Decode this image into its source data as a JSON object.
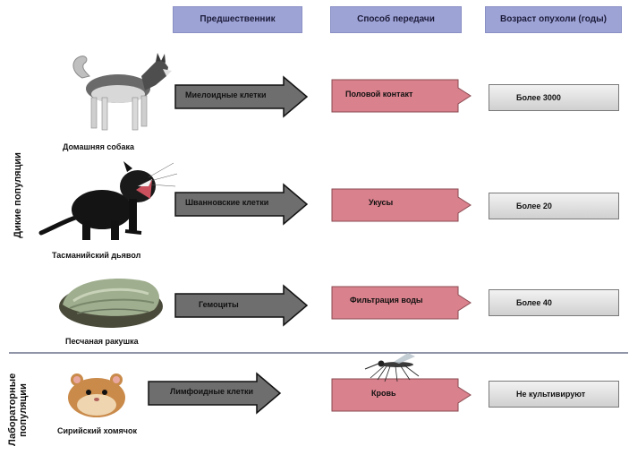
{
  "headers": {
    "precursor": "Предшественник",
    "transmission": "Способ передачи",
    "tumor_age": "Возраст опухоли (годы)"
  },
  "groups": {
    "wild": "Дикие популяции",
    "lab_line1": "Лабораторные",
    "lab_line2": "популяции"
  },
  "rows": [
    {
      "animal": "Домашняя собака",
      "precursor": "Миелоидные клетки",
      "transmission": "Половой контакт",
      "age": "Более 3000"
    },
    {
      "animal": "Тасманийский дьявол",
      "precursor": "Шванновские клетки",
      "transmission": "Укусы",
      "age": "Более 20"
    },
    {
      "animal": "Песчаная ракушка",
      "precursor": "Гемоциты",
      "transmission": "Фильтрация воды",
      "age": "Более 40"
    },
    {
      "animal": "Сирийский хомячок",
      "precursor": "Лимфоидные клетки",
      "transmission": "Кровь",
      "age": "Не культивируют"
    }
  ],
  "colors": {
    "header": "#9ea3d6",
    "gray_arrow": "#6e6e6e",
    "pink_arrow": "#d9818c",
    "divider": "#9095a8"
  },
  "icons": [
    "dog-icon",
    "tasmanian-devil-icon",
    "clam-icon",
    "hamster-icon",
    "mosquito-icon"
  ]
}
